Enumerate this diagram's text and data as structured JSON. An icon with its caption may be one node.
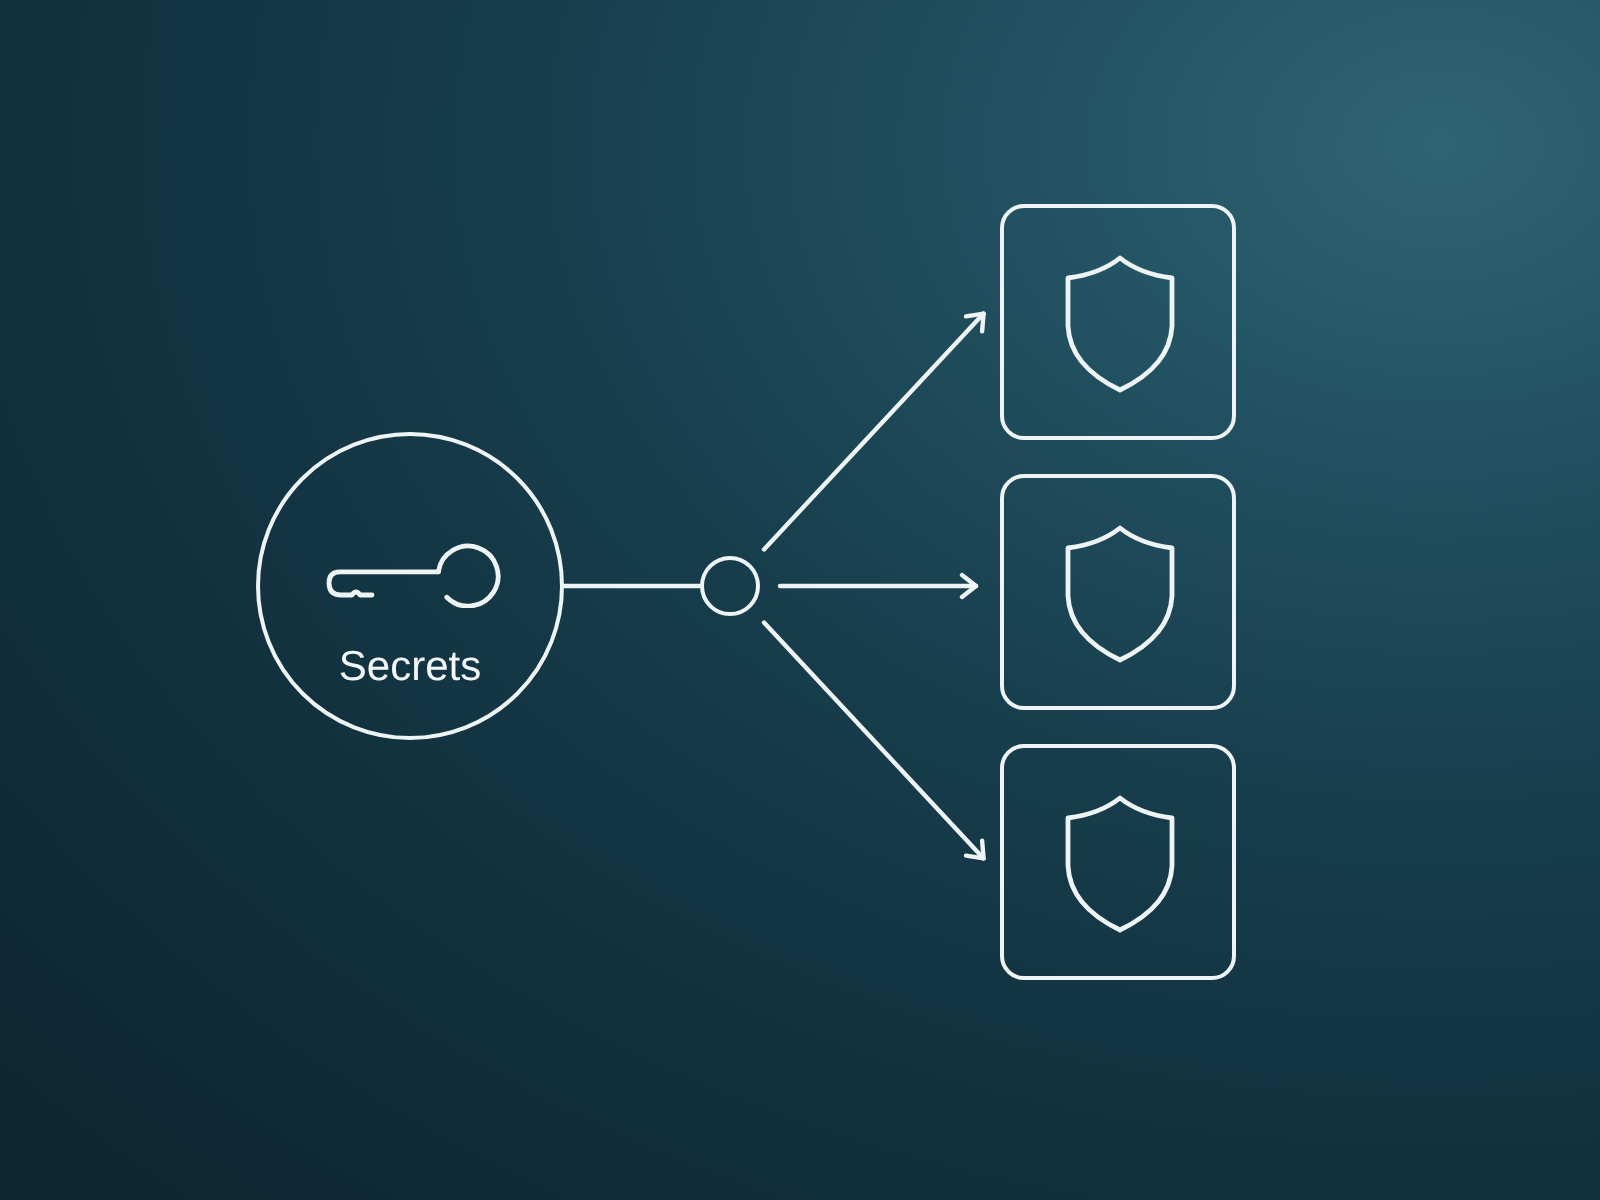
{
  "diagram": {
    "nodes": [
      {
        "text": [
          "Secrets"
        ]
      },
      {
        "text": [],
        "shape": "circle"
      },
      {
        "text": [],
        "shape": "box"
      },
      {
        "text": [],
        "shape": "box"
      },
      {
        "text": [],
        "shape": "box"
      }
    ],
    "edges": [
      {
        "from": 0,
        "to": 1,
        "arrow": "none"
      },
      {
        "from": 1,
        "to": 2,
        "arrow": "to"
      },
      {
        "from": 1,
        "to": 3,
        "arrow": "to"
      },
      {
        "from": 1,
        "to": 4,
        "arrow": "to"
      }
    ]
  }
}
